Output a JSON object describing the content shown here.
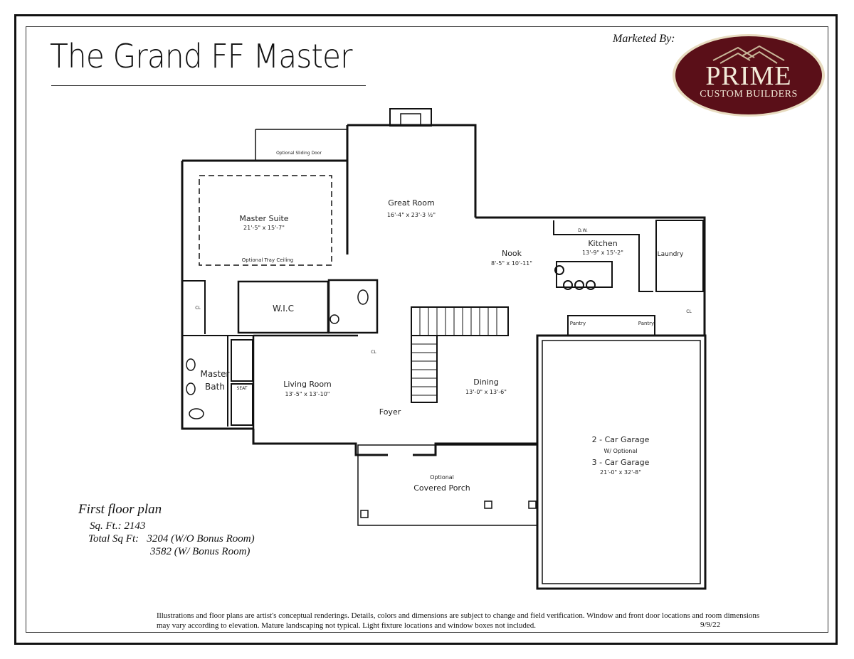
{
  "title": "The Grand FF Master",
  "marketed_by": "Marketed By:",
  "logo": {
    "name": "PRIME",
    "sub": "CUSTOM BUILDERS",
    "colors": {
      "oval": "#5a0f18",
      "rim": "#e8dcc0",
      "text": "#f2ead8"
    }
  },
  "plan": {
    "rooms": {
      "great_room": {
        "name": "Great Room",
        "dims": "16'-4\" x 23'-3 ½\""
      },
      "master_suite": {
        "name": "Master Suite",
        "dims": "21'-5\" x 15'-7\""
      },
      "tray_ceiling": "Optional Tray Ceiling",
      "sliding_door": "Optional Sliding Door",
      "wic": "W.I.C",
      "master_bath_1": "Master",
      "master_bath_2": "Bath",
      "seat": "SEAT",
      "living_room": {
        "name": "Living Room",
        "dims": "13'-5\" x 13'-10\""
      },
      "nook": {
        "name": "Nook",
        "dims": "8'-5\" x 10'-11\""
      },
      "kitchen": {
        "name": "Kitchen",
        "dims": "13'-9\" x 15'-2\""
      },
      "laundry": "Laundry",
      "dining": {
        "name": "Dining",
        "dims": "13'-0\" x 13'-6\""
      },
      "foyer": "Foyer",
      "pantry_1": "Pantry",
      "pantry_2": "Pantry",
      "dw": "D.W.",
      "cl_1": "CL",
      "cl_2": "CL",
      "cl_3": "CL",
      "garage": {
        "name": "2 - Car Garage",
        "note": "W/ Optional",
        "name2": "3 - Car Garage",
        "dims": "21'-0\" x 32'-8\""
      },
      "porch": {
        "note": "Optional",
        "name": "Covered Porch"
      }
    }
  },
  "summary": {
    "heading": "First floor plan",
    "sqft": "Sq. Ft.: 2143",
    "total_1": "Total Sq Ft:   3204 (W/O Bonus Room)",
    "total_2": "3582 (W/ Bonus Room)"
  },
  "disclaimer": "Illustrations and floor plans are artist's conceptual renderings. Details, colors and dimensions are subject to change and field verification. Window and front door locations and room dimensions may vary according to elevation.  Mature landscaping not typical.  Light fixture locations and window boxes not included.",
  "date": "9/9/22"
}
